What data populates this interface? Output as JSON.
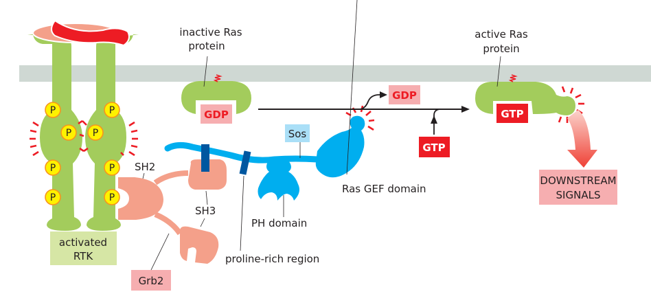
{
  "diagram": {
    "type": "RTK-Ras signaling pathway",
    "colors": {
      "membrane": "#cfd8d3",
      "rtk_green": "#a3cc5c",
      "ligand_red": "#ed1c24",
      "ligand_pink": "#f4a08a",
      "grb2_salmon": "#f4a08a",
      "sos_blue": "#00aeef",
      "proline_dark_blue": "#0057a0",
      "phospho_yellow": "#fff200",
      "phospho_border": "#f7941d",
      "label_pink_box": "#f6aeb0",
      "label_green_box": "#d6e6a5",
      "label_blue_box": "#aadff7",
      "gtp_red": "#ed1c24"
    },
    "labels": {
      "inactive_ras": [
        "inactive Ras",
        "protein"
      ],
      "active_ras": [
        "active Ras",
        "protein"
      ],
      "activated_rtk": [
        "activated",
        "RTK"
      ],
      "grb2": "Grb2",
      "sos": "Sos",
      "sh2": "SH2",
      "sh3": "SH3",
      "ph_domain": "PH domain",
      "proline_rich": "proline-rich region",
      "ras_gef": "Ras GEF domain",
      "downstream": [
        "DOWNSTREAM",
        "SIGNALS"
      ]
    },
    "nucleotides": {
      "gdp_bound": "GDP",
      "gdp_released": "GDP",
      "gtp_incoming": "GTP",
      "gtp_bound": "GTP"
    },
    "phosphate_label": "P"
  }
}
